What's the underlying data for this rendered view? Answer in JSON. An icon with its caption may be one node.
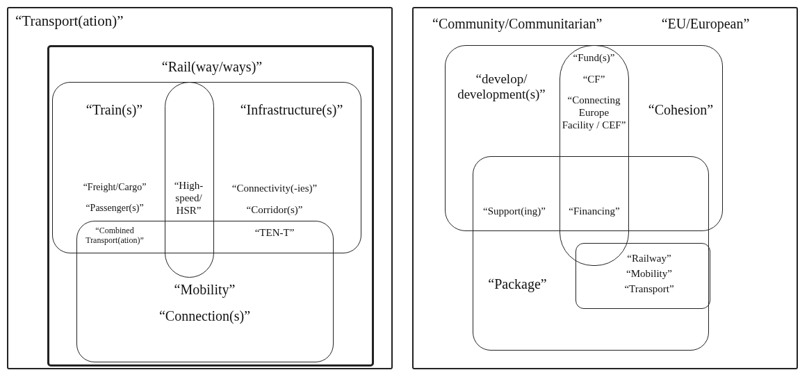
{
  "diagram": {
    "nodes": [
      {
        "text": [
          "“Transport(ation)”"
        ]
      },
      {
        "text": [
          "“Rail(way/ways)”"
        ],
        "in": 0
      },
      {
        "text": [
          "“Train(s)”",
          "“Infrastructure(s)”"
        ],
        "in": 1
      },
      {
        "text": [
          "“High-speed/ HSR”"
        ],
        "in": 1
      },
      {
        "text": [
          "“Mobility”",
          "“Connection(s)”"
        ],
        "in": 1
      },
      {
        "text": [
          "“Community/Communitarian”",
          "“EU/European”"
        ]
      },
      {
        "text": [
          "“develop/ development(s)”",
          "“Cohesion”"
        ],
        "in": 5
      },
      {
        "text": [
          "“Fund(s)”",
          "“CF”",
          "“Connecting Europe Facility / CEF”"
        ],
        "in": 5
      },
      {
        "text": [
          "“Package”"
        ],
        "in": 5
      },
      {
        "text": [
          "“Railway”",
          "“Mobility”",
          "“Transport”"
        ],
        "in": 8
      }
    ],
    "edges": [],
    "labels": [
      "“Freight/Cargo”",
      "“Connectivity(-ies)”",
      "“Passenger(s)”",
      "“Corridor(s)”",
      "“Combined Transport(ation)”",
      "“TEN-T”",
      "“Support(ing)”",
      "“Financing”"
    ]
  }
}
